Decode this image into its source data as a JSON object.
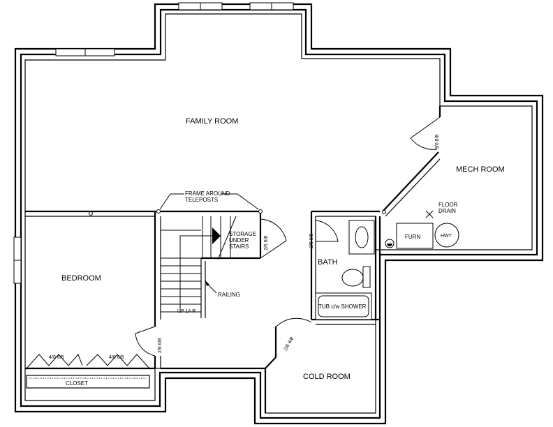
{
  "rooms": {
    "family_room": "FAMILY ROOM",
    "mech_room": "MECH ROOM",
    "bedroom": "BEDROOM",
    "bath": "BATH",
    "cold_room": "COLD ROOM",
    "closet": "CLOSET"
  },
  "notes": {
    "frame_around_line1": "FRAME AROUND",
    "frame_around_line2": "TELEPOSTS",
    "storage_line1": "STORAGE",
    "storage_line2": "UNDER",
    "storage_line3": "STAIRS",
    "railing": "RAILING",
    "up_stairs": "UP 14 R",
    "floor_drain_line1": "FLOOR",
    "floor_drain_line2": "DRAIN",
    "tub_shower": "TUB c/w SHOWER"
  },
  "fixtures": {
    "furnace": "FURN",
    "hot_water_tank": "HWT"
  },
  "doors": {
    "mech_door": "3/0 6/8",
    "storage_door": "2/6 6/8",
    "bath_door": "2/6 6/8",
    "bedroom_door": "2/6 6/8",
    "cold_room_door": "2/6 6/8",
    "closet_door_left": "4/0 6/8",
    "closet_door_right": "4/0 6/8"
  }
}
